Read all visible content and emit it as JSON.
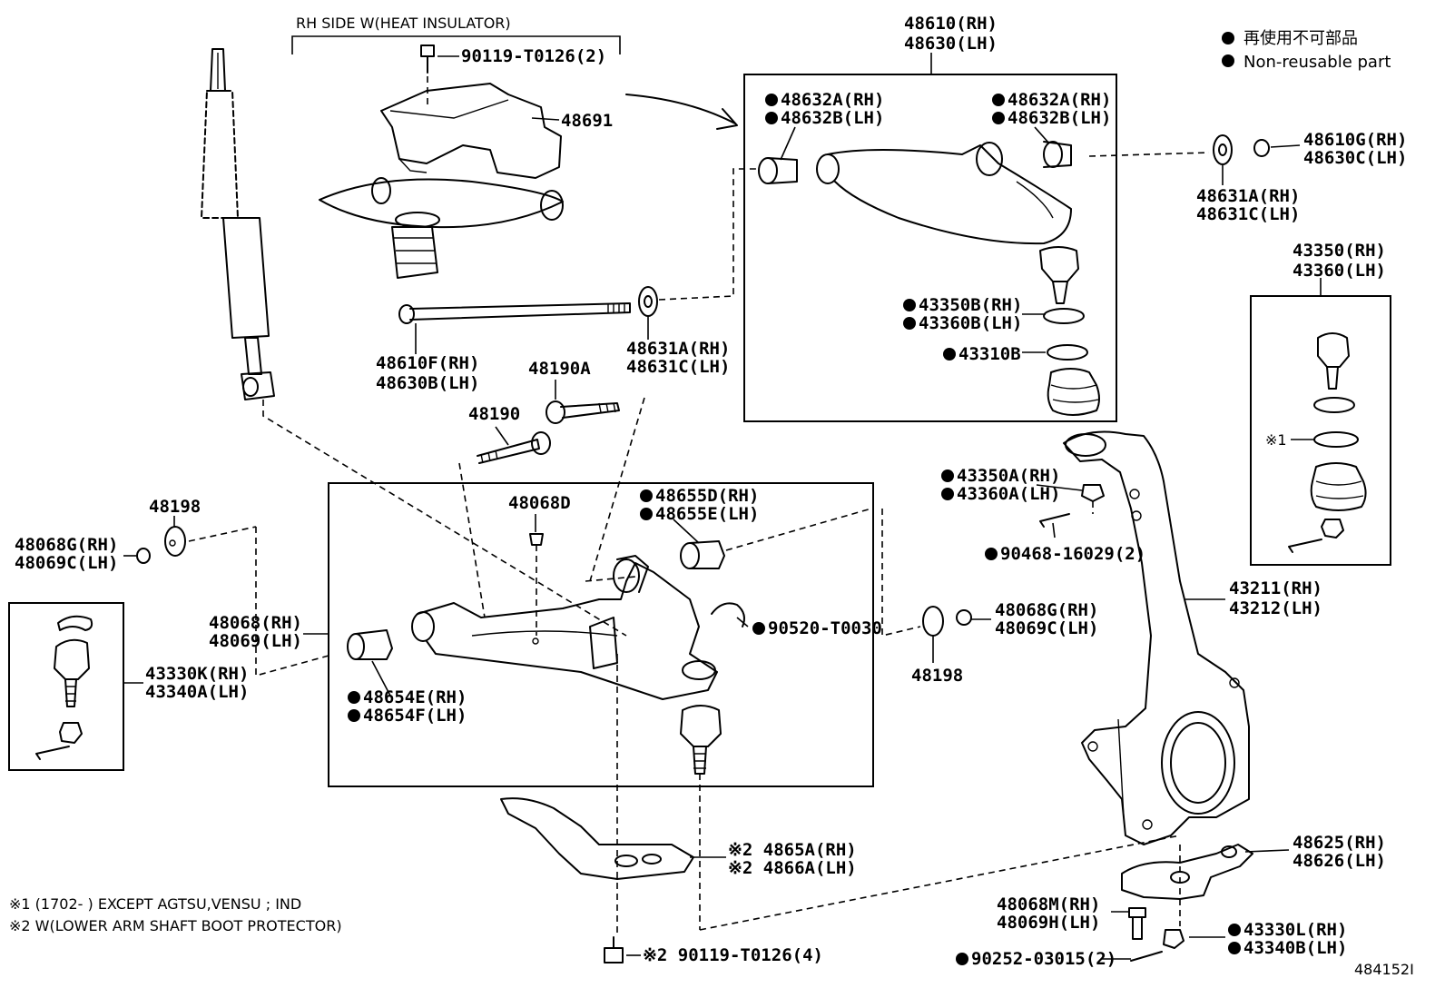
{
  "notes": {
    "rh_side": "RH SIDE W(HEAT INSULATOR)",
    "star1": "※1 (1702-      ) EXCEPT AGTSU,VENSU ; IND",
    "star2": "※2 W(LOWER ARM SHAFT BOOT PROTECTOR)"
  },
  "legend": {
    "jp": "再使用不可部品",
    "en": "Non-reusable part"
  },
  "diagram_id": "484152I",
  "labels": {
    "l_90119_t0126_2": "90119-T0126(2)",
    "l_48691": "48691",
    "l_48610_rh": "48610(RH)",
    "l_48630_lh": "48630(LH)",
    "l_48632a_rh_l": "48632A(RH)",
    "l_48632b_lh_l": "48632B(LH)",
    "l_48632a_rh_r": "48632A(RH)",
    "l_48632b_lh_r": "48632B(LH)",
    "l_48610g_rh": "48610G(RH)",
    "l_48630c_lh": "48630C(LH)",
    "l_48631a_rh_r": "48631A(RH)",
    "l_48631c_lh_r": "48631C(LH)",
    "l_43350b_rh": "43350B(RH)",
    "l_43360b_lh": "43360B(LH)",
    "l_43310b": "43310B",
    "l_48610f_rh": "48610F(RH)",
    "l_48630b_lh": "48630B(LH)",
    "l_48631a_rh_c": "48631A(RH)",
    "l_48631c_lh_c": "48631C(LH)",
    "l_48190a": "48190A",
    "l_48190": "48190",
    "l_43350_rh": "43350(RH)",
    "l_43360_lh": "43360(LH)",
    "l_star1_ref": "※1",
    "l_48198_l": "48198",
    "l_48068g_rh_l": "48068G(RH)",
    "l_48069c_lh_l": "48069C(LH)",
    "l_48068d": "48068D",
    "l_48655d_rh": "48655D(RH)",
    "l_48655e_lh": "48655E(LH)",
    "l_43350a_rh": "43350A(RH)",
    "l_43360a_lh": "43360A(LH)",
    "l_90468_16029": "90468-16029(2)",
    "l_48068_rh": "48068(RH)",
    "l_48069_lh": "48069(LH)",
    "l_90520_t0030": "90520-T0030",
    "l_48068g_rh_r": "48068G(RH)",
    "l_48069c_lh_r": "48069C(LH)",
    "l_43211_rh": "43211(RH)",
    "l_43212_lh": "43212(LH)",
    "l_43330k_rh": "43330K(RH)",
    "l_43340a_lh": "43340A(LH)",
    "l_48654e_rh": "48654E(RH)",
    "l_48654f_lh": "48654F(LH)",
    "l_48198_r": "48198",
    "l_4865a_rh": "※2 4865A(RH)",
    "l_4866a_lh": "※2 4866A(LH)",
    "l_48625_rh": "48625(RH)",
    "l_48626_lh": "48626(LH)",
    "l_48068m_rh": "48068M(RH)",
    "l_48069h_lh": "48069H(LH)",
    "l_43330l_rh": "43330L(RH)",
    "l_43340b_lh": "43340B(LH)",
    "l_90252_03015": "90252-03015(2)",
    "l_90119_t0126_4": "※2 90119-T0126(4)"
  }
}
